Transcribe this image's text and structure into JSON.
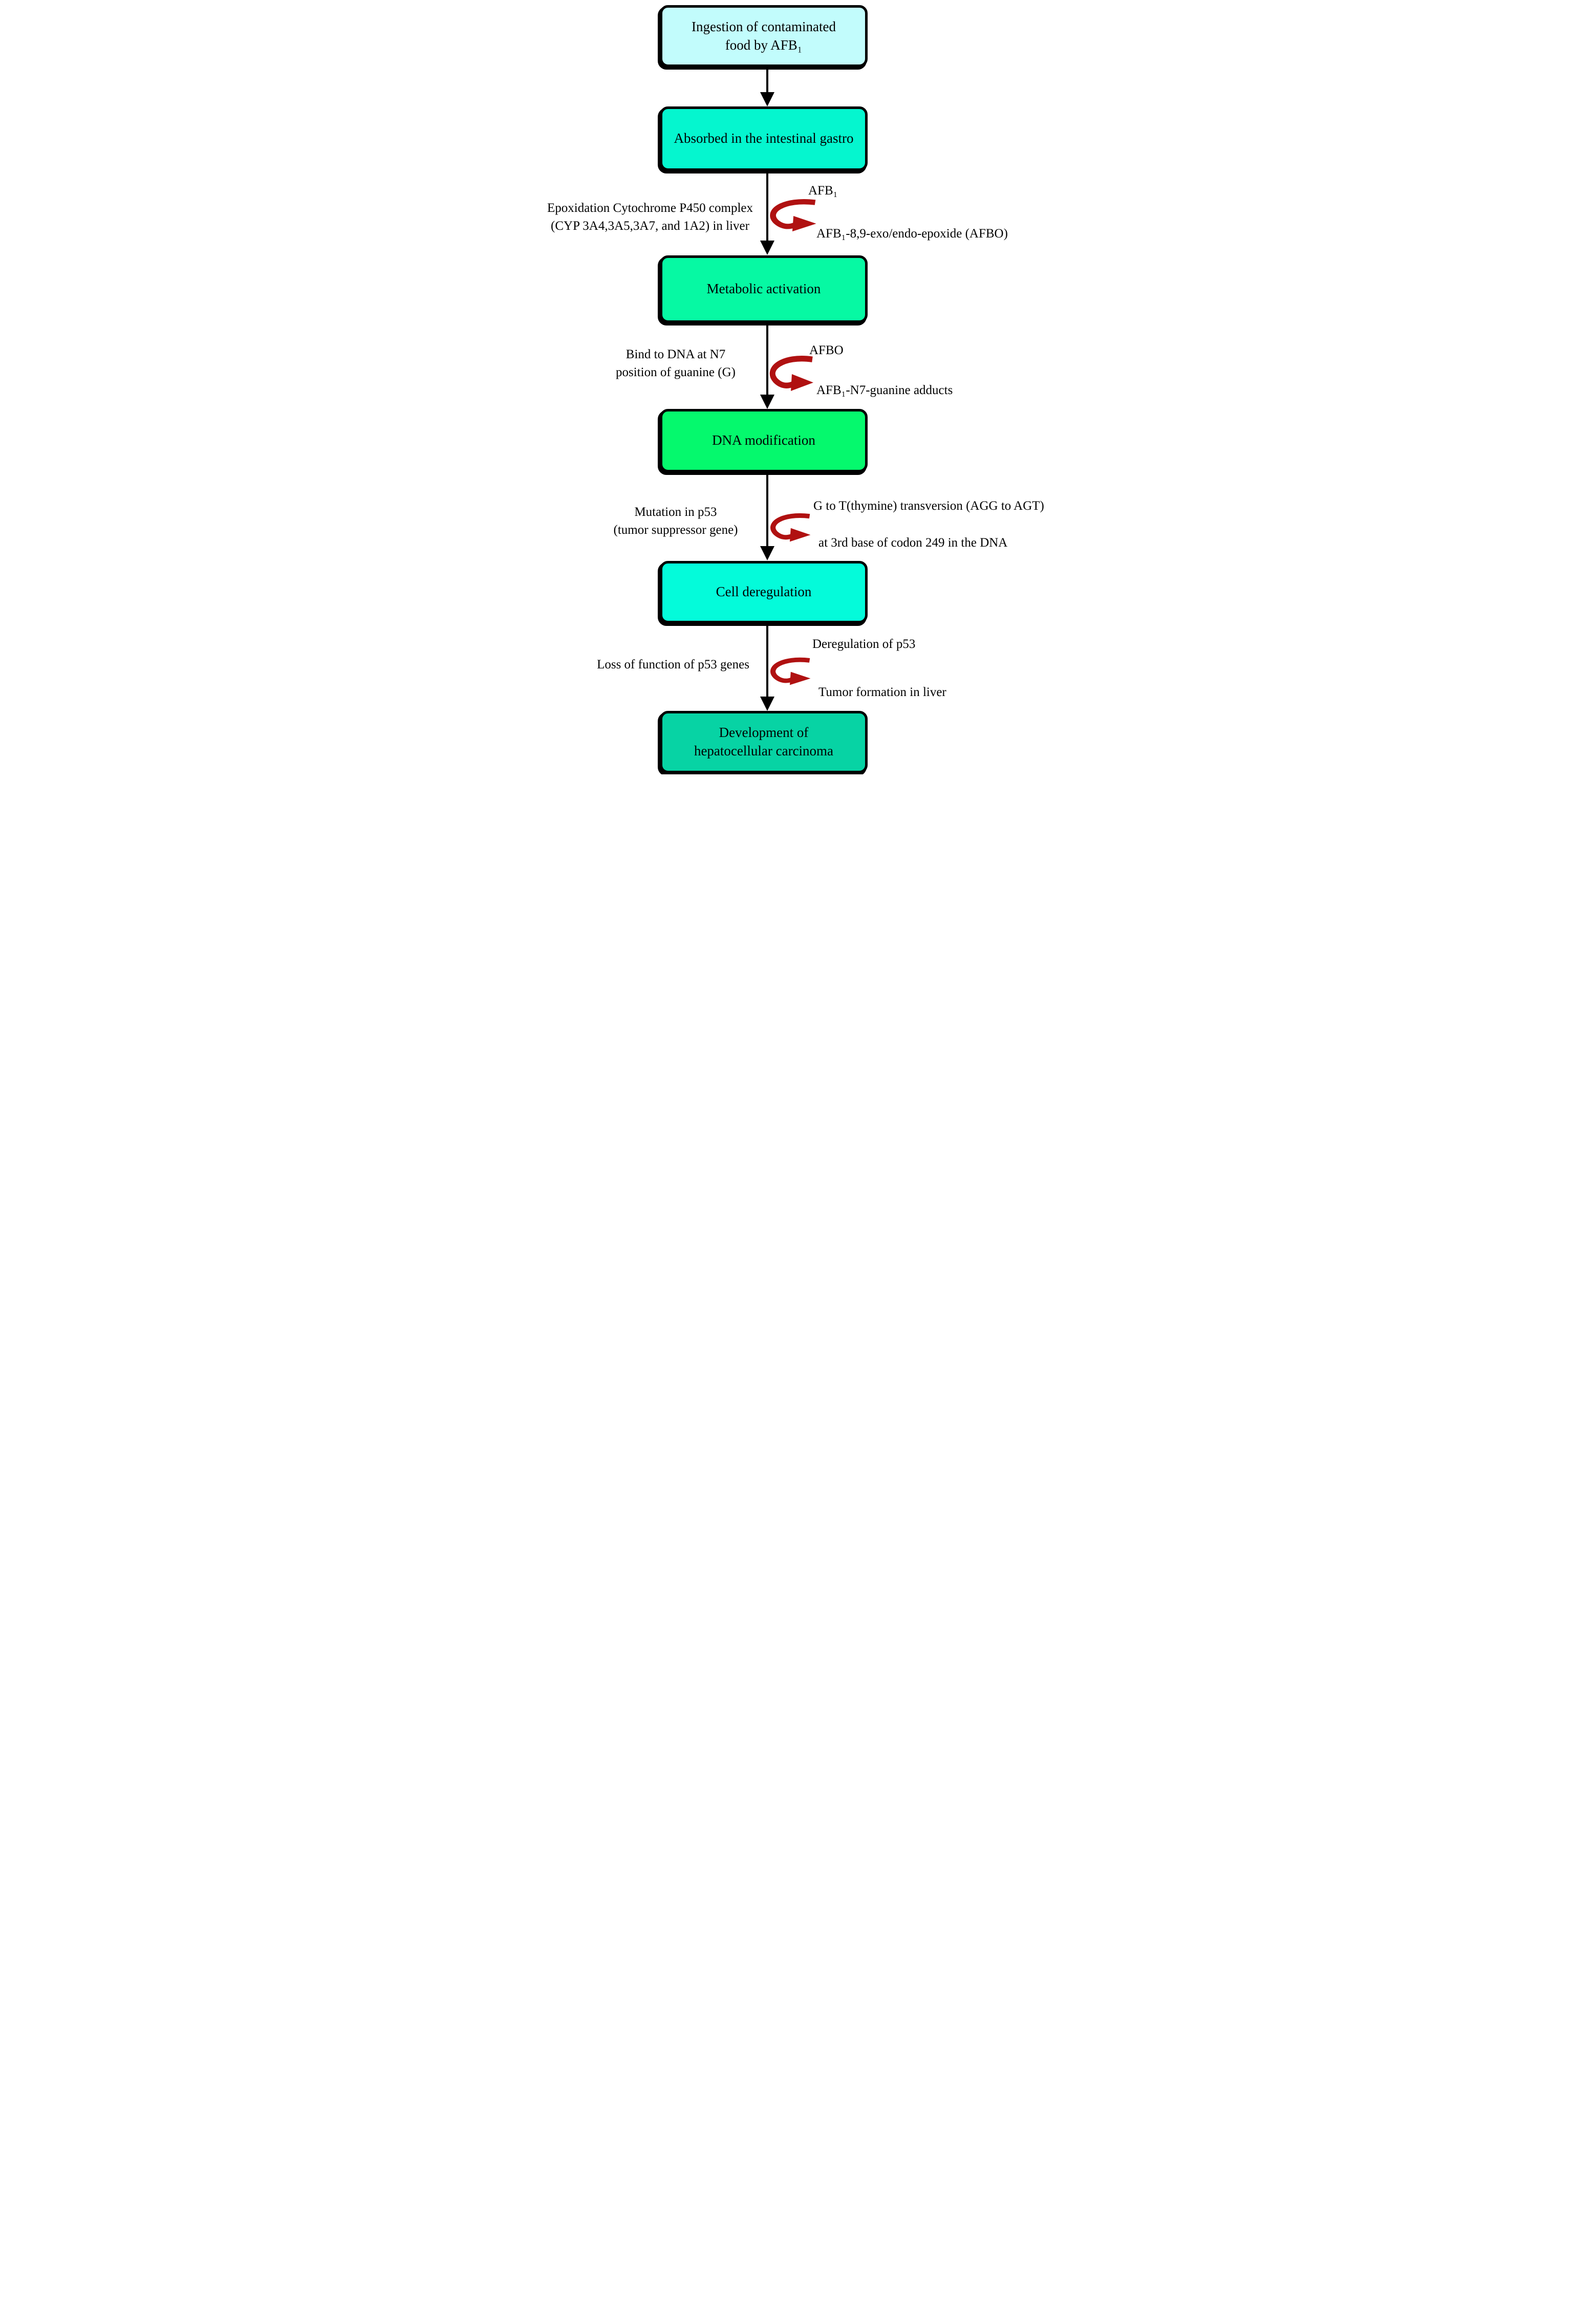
{
  "colors": {
    "box_ingestion": "#c2fcfc",
    "box_absorbed": "#05f6cf",
    "box_metabolic": "#06f9a3",
    "box_dna": "#05f96d",
    "box_cell": "#04fbda",
    "box_carcinoma": "#07d3a4",
    "arrow_red": "#b01111",
    "line_black": "#000000"
  },
  "boxes": [
    {
      "lines": [
        "Ingestion of contaminated",
        "food by AFB₁"
      ]
    },
    {
      "lines": [
        "Absorbed in the intestinal gastro"
      ]
    },
    {
      "lines": [
        "Metabolic activation"
      ]
    },
    {
      "lines": [
        "DNA modification"
      ]
    },
    {
      "lines": [
        "Cell deregulation"
      ]
    },
    {
      "lines": [
        "Development of",
        "hepatocellular carcinoma"
      ]
    }
  ],
  "annotations": [
    {
      "left_lines": [
        "Epoxidation Cytochrome P450 complex",
        "(CYP 3A4,3A5,3A7, and 1A2)  in liver"
      ],
      "top_right": "AFB₁",
      "bottom_right": "AFB₁-8,9-exo/endo-epoxide (AFBO)"
    },
    {
      "left_lines": [
        "Bind to DNA at N7",
        "position of guanine (G)"
      ],
      "top_right": "AFBO",
      "bottom_right": "AFB₁-N7-guanine adducts"
    },
    {
      "left_lines": [
        "Mutation in p53",
        "(tumor suppressor gene)"
      ],
      "top_right": "G to T(thymine) transversion (AGG to AGT)",
      "bottom_right": "at 3rd base of codon 249 in the DNA"
    },
    {
      "left_lines": [
        "Loss of function of p53 genes"
      ],
      "top_right": "Deregulation of p53",
      "bottom_right": "Tumor formation in liver"
    }
  ]
}
